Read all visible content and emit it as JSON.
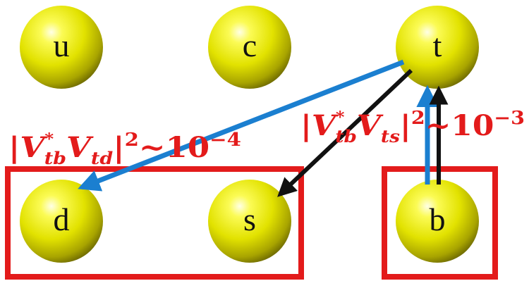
{
  "quarks": {
    "u": "u",
    "c": "c",
    "t": "t",
    "d": "d",
    "s": "s",
    "b": "b"
  },
  "labels": {
    "vtd": {
      "bar_open": "|",
      "V1": "V",
      "star": "*",
      "sub1": "tb",
      "V2": "V",
      "sub2": "td",
      "bar_close": "|",
      "sq": "2",
      "tilde": "~",
      "ten": "10",
      "exp": "−4"
    },
    "vts": {
      "bar_open": "|",
      "V1": "V",
      "star": "*",
      "sub1": "tb",
      "V2": "V",
      "sub2": "ts",
      "bar_close": "|",
      "sq": "2",
      "tilde": "~",
      "ten": "10",
      "exp": "−3"
    }
  },
  "colors": {
    "sphere": "#e8e800",
    "box": "#e31b1b",
    "blue_arrow": "#1b7fd0",
    "black_arrow": "#111111",
    "label": "#e31b1b"
  }
}
